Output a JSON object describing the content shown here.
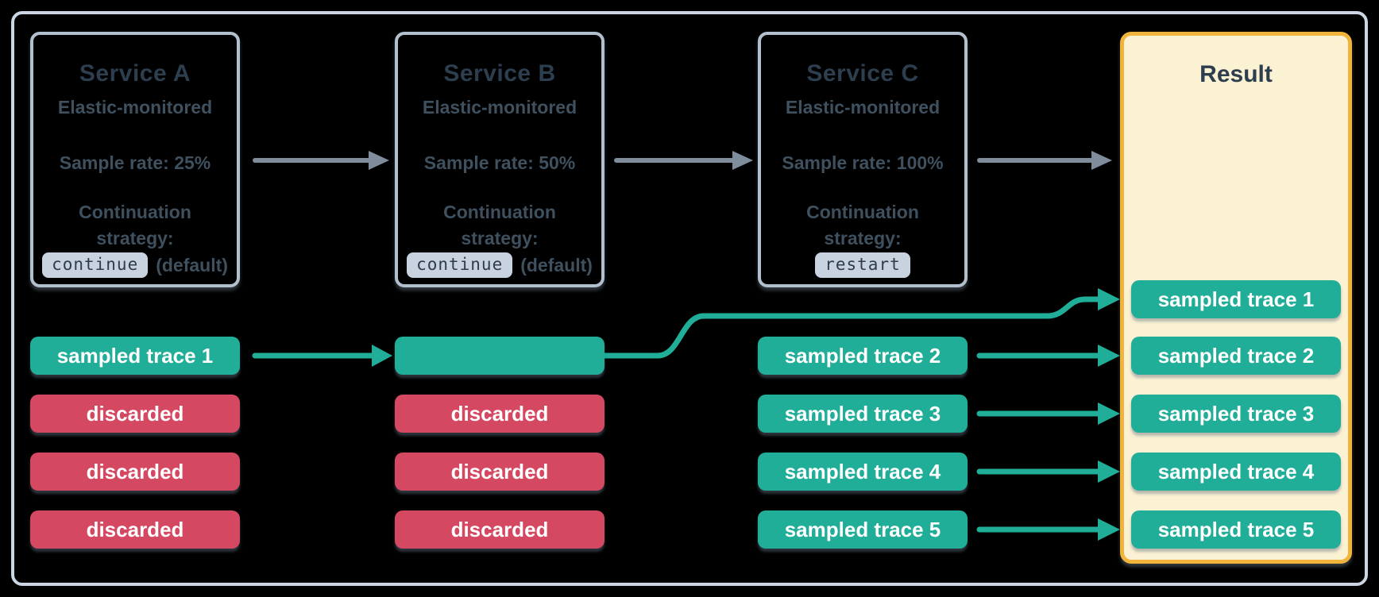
{
  "colors": {
    "background": "#000000",
    "frame_border": "#ccd6e2",
    "service_box_border": "#b2bfcd",
    "title_text": "#2d3e4e",
    "body_text": "#3f505f",
    "chip_bg": "#c9d3df",
    "chip_text": "#2d3c4b",
    "sampled_teal": "#20ae99",
    "discarded_red": "#d54862",
    "flow_arrow_gray": "#7e8c9c",
    "result_bg": "#fbf1d3",
    "result_border": "#f0b43c",
    "pill_text": "#ffffff"
  },
  "services": [
    {
      "title": "Service A",
      "subtitle": "Elastic-monitored",
      "sample_rate": "Sample rate: 25%",
      "continuation_label": "Continuation strategy:",
      "strategy_chip": "continue",
      "strategy_suffix": "(default)"
    },
    {
      "title": "Service B",
      "subtitle": "Elastic-monitored",
      "sample_rate": "Sample rate: 50%",
      "continuation_label": "Continuation strategy:",
      "strategy_chip": "continue",
      "strategy_suffix": "(default)"
    },
    {
      "title": "Service C",
      "subtitle": "Elastic-monitored",
      "sample_rate": "Sample rate: 100%",
      "continuation_label": "Continuation strategy:",
      "strategy_chip": "restart",
      "strategy_suffix": ""
    }
  ],
  "pills": {
    "service_a": [
      {
        "label": "sampled trace 1",
        "type": "sampled"
      },
      {
        "label": "discarded",
        "type": "discarded"
      },
      {
        "label": "discarded",
        "type": "discarded"
      },
      {
        "label": "discarded",
        "type": "discarded"
      }
    ],
    "service_b": [
      {
        "label": "",
        "type": "sampled"
      },
      {
        "label": "discarded",
        "type": "discarded"
      },
      {
        "label": "discarded",
        "type": "discarded"
      },
      {
        "label": "discarded",
        "type": "discarded"
      }
    ],
    "service_c": [
      {
        "label": "sampled trace 2",
        "type": "sampled"
      },
      {
        "label": "sampled trace 3",
        "type": "sampled"
      },
      {
        "label": "sampled trace 4",
        "type": "sampled"
      },
      {
        "label": "sampled trace 5",
        "type": "sampled"
      }
    ]
  },
  "result": {
    "title": "Result",
    "pills": [
      {
        "label": "sampled trace 1"
      },
      {
        "label": "sampled trace 2"
      },
      {
        "label": "sampled trace 3"
      },
      {
        "label": "sampled trace 4"
      },
      {
        "label": "sampled trace 5"
      }
    ]
  }
}
